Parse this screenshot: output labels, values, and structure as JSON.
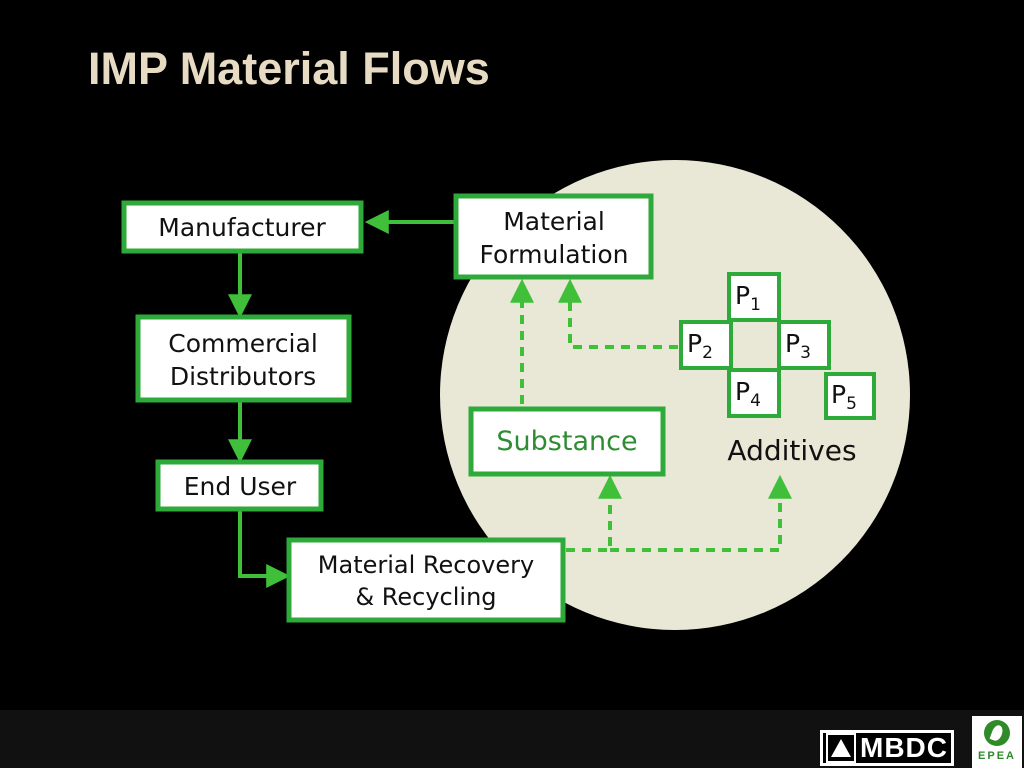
{
  "slide": {
    "title": "IMP Material Flows"
  },
  "diagram": {
    "nodes": {
      "manufacturer": "Manufacturer",
      "distributors_line1": "Commercial",
      "distributors_line2": "Distributors",
      "end_user": "End User",
      "recovery_line1": "Material Recovery",
      "recovery_line2": "& Recycling",
      "formulation_line1": "Material",
      "formulation_line2": "Formulation",
      "substance": "Substance"
    },
    "additives": {
      "label": "Additives",
      "p1_letter": "P",
      "p1_sub": "1",
      "p2_letter": "P",
      "p2_sub": "2",
      "p3_letter": "P",
      "p3_sub": "3",
      "p4_letter": "P",
      "p4_sub": "4",
      "p5_letter": "P",
      "p5_sub": "5"
    },
    "colors": {
      "box_border": "#2eaa3a",
      "arrow": "#3fbf3a",
      "circle": "#e9e8d6",
      "substance_text": "#2e8c33"
    }
  },
  "footer": {
    "mbdc_label": "MBDC",
    "epea_label": "EPEA"
  }
}
